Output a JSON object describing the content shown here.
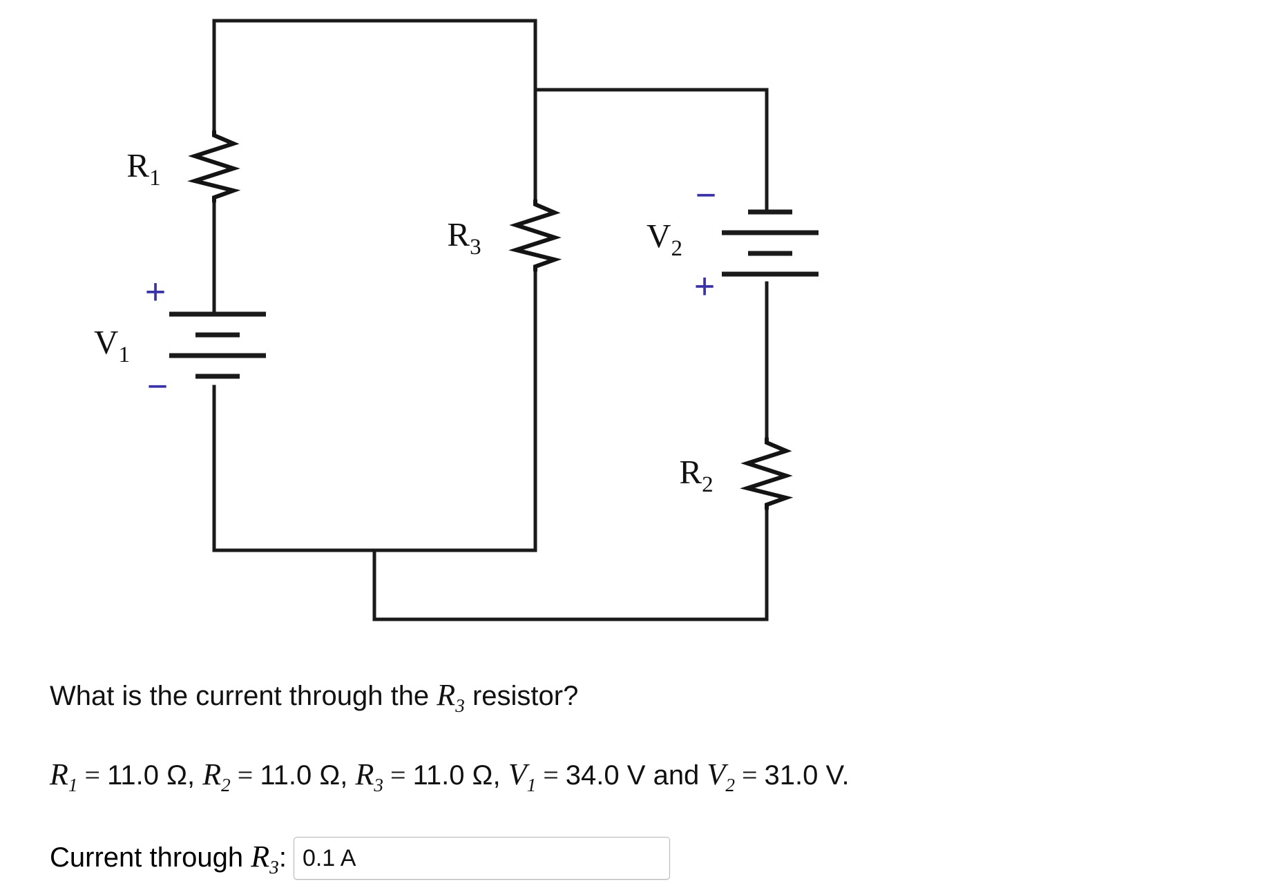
{
  "figure": {
    "type": "circuit-schematic",
    "components": [
      {
        "name": "R1",
        "label": "R",
        "subscript": "1",
        "kind": "resistor",
        "orientation": "vertical"
      },
      {
        "name": "R2",
        "label": "R",
        "subscript": "2",
        "kind": "resistor",
        "orientation": "vertical"
      },
      {
        "name": "R3",
        "label": "R",
        "subscript": "3",
        "kind": "resistor",
        "orientation": "vertical"
      },
      {
        "name": "V1",
        "label": "V",
        "subscript": "1",
        "kind": "battery",
        "orientation": "vertical",
        "top_terminal": "+",
        "bottom_terminal": "−"
      },
      {
        "name": "V2",
        "label": "V",
        "subscript": "2",
        "kind": "battery",
        "orientation": "vertical",
        "top_terminal": "−",
        "bottom_terminal": "+"
      }
    ],
    "polarity_color": "#3A33A8",
    "wire_color": "#1a1a1a"
  },
  "question": {
    "prefix": "What is the current through the ",
    "variable": "R",
    "variable_sub": "3",
    "suffix": " resistor?"
  },
  "values": {
    "r1_name": "R",
    "r1_sub": "1",
    "r1_value": "11.0 Ω",
    "r2_name": "R",
    "r2_sub": "2",
    "r2_value": "11.0 Ω",
    "r3_name": "R",
    "r3_sub": "3",
    "r3_value": "11.0 Ω",
    "v1_name": "V",
    "v1_sub": "1",
    "v1_value": "34.0 V",
    "v2_name": "V",
    "v2_sub": "2",
    "v2_value": "31.0 V",
    "eq": "=",
    "comma": ",",
    "and": "and",
    "period": "."
  },
  "answer": {
    "label_prefix": "Current through ",
    "label_variable": "R",
    "label_variable_sub": "3",
    "label_suffix": ":",
    "value": "0.1 A",
    "placeholder": ""
  }
}
